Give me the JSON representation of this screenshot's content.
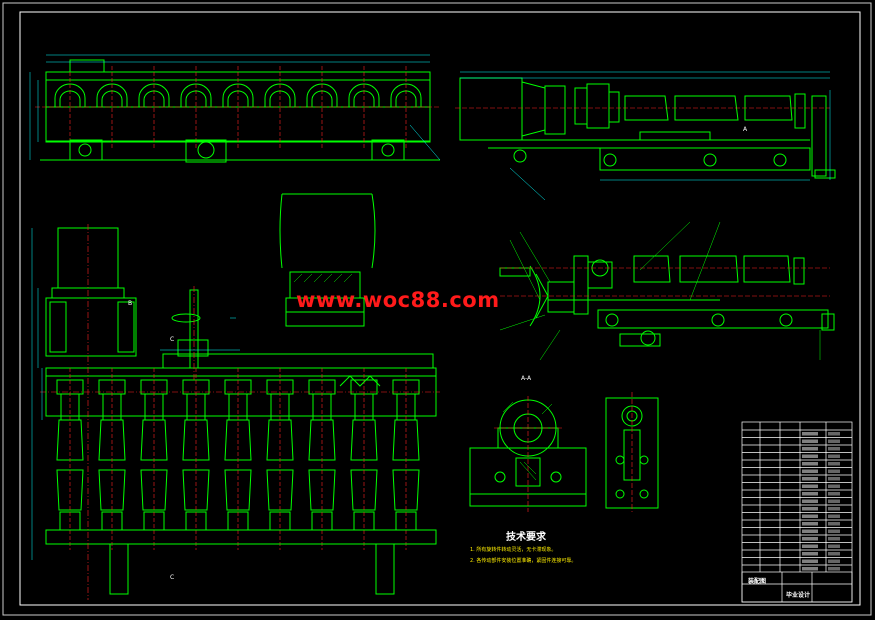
{
  "watermark": "www.woc88.com",
  "colors": {
    "background": "#000000",
    "outline": "#00ff00",
    "centerline": "#ff2020",
    "hidden": "#ff2020",
    "text": "#ffffff",
    "dimension": "#00ffff",
    "hatch": "#00ff00"
  },
  "technical_requirements": {
    "title": "技术要求",
    "notes": [
      "1. 所有旋转件转动灵活，无卡滞现象。",
      "2. 各传动部件安装位置准确，紧固件连接可靠。"
    ]
  },
  "view_labels": {
    "section_a": "A",
    "section_b": "B",
    "section_c": "C",
    "view_a_a": "A-A"
  },
  "title_block": {
    "label_a": "装配图",
    "label_b": "毕业设计"
  }
}
